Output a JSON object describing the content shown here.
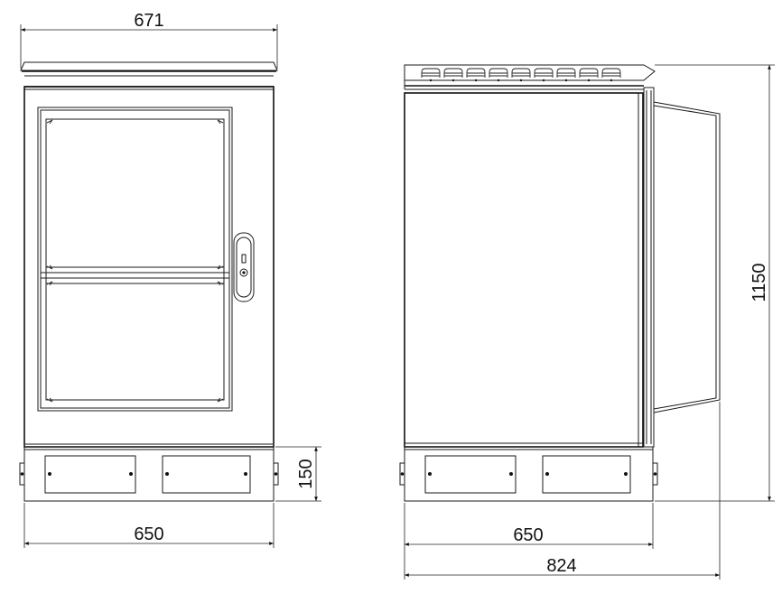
{
  "dimensions": {
    "front_top_width": "671",
    "front_base_height": "150",
    "front_bottom_width": "650",
    "side_bottom_width": "650",
    "side_total_width": "824",
    "side_total_height": "1150"
  }
}
